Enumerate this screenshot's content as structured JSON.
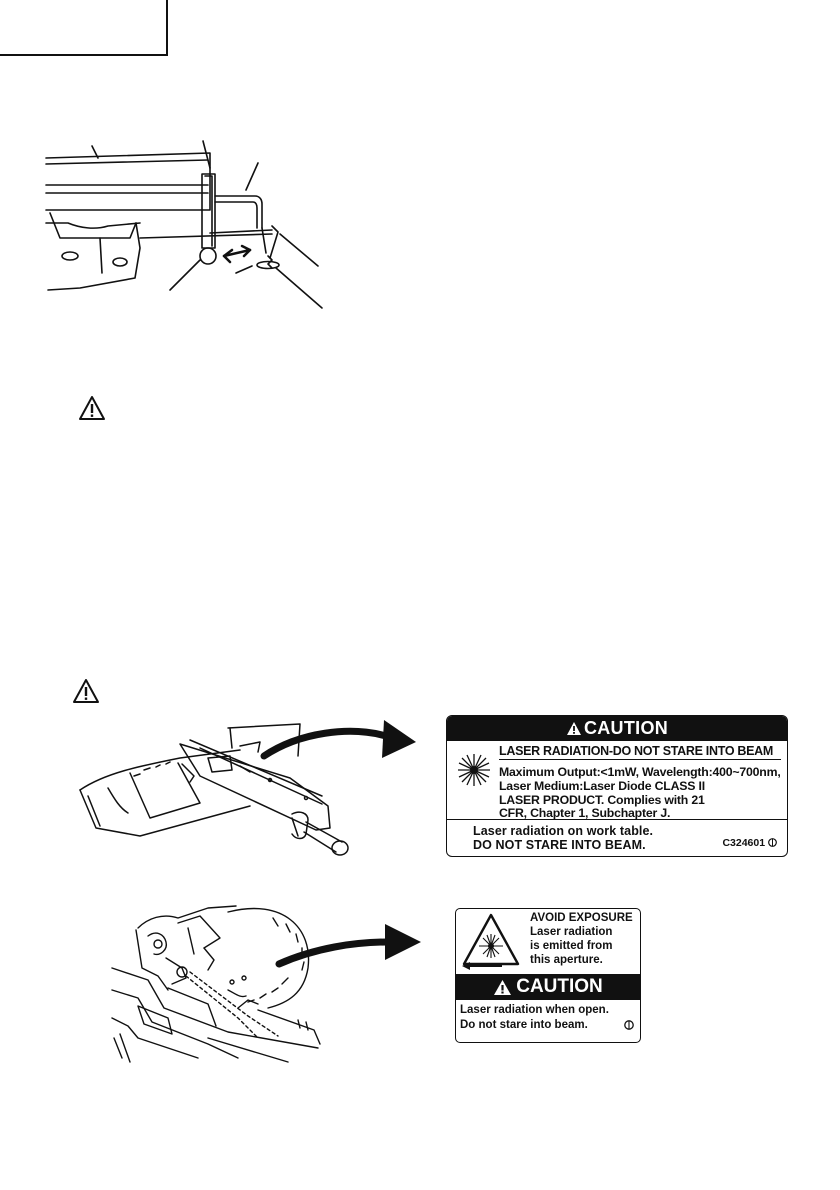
{
  "label1": {
    "header": "CAUTION",
    "title": "LASER RADIATION-DO NOT STARE INTO BEAM",
    "spec_lines": [
      "Maximum Output:<1mW, Wavelength:400~700nm,",
      "Laser Medium:Laser Diode CLASS II",
      "LASER PRODUCT. Complies with 21",
      "CFR, Chapter 1, Subchapter J."
    ],
    "footer_lines": [
      "Laser radiation on work table.",
      "DO NOT STARE INTO BEAM."
    ],
    "code": "C324601"
  },
  "label2": {
    "avoid_lines": [
      "AVOID EXPOSURE",
      "Laser radiation",
      "is emitted from",
      "this aperture."
    ],
    "header": "CAUTION",
    "bottom_lines": [
      "Laser radiation when open.",
      "Do not stare into beam."
    ]
  },
  "icons": {
    "warning": "warning-triangle-icon",
    "caution": "caution-triangle-icon",
    "laser": "laser-starburst-icon",
    "arrow": "arrow-right-icon"
  }
}
